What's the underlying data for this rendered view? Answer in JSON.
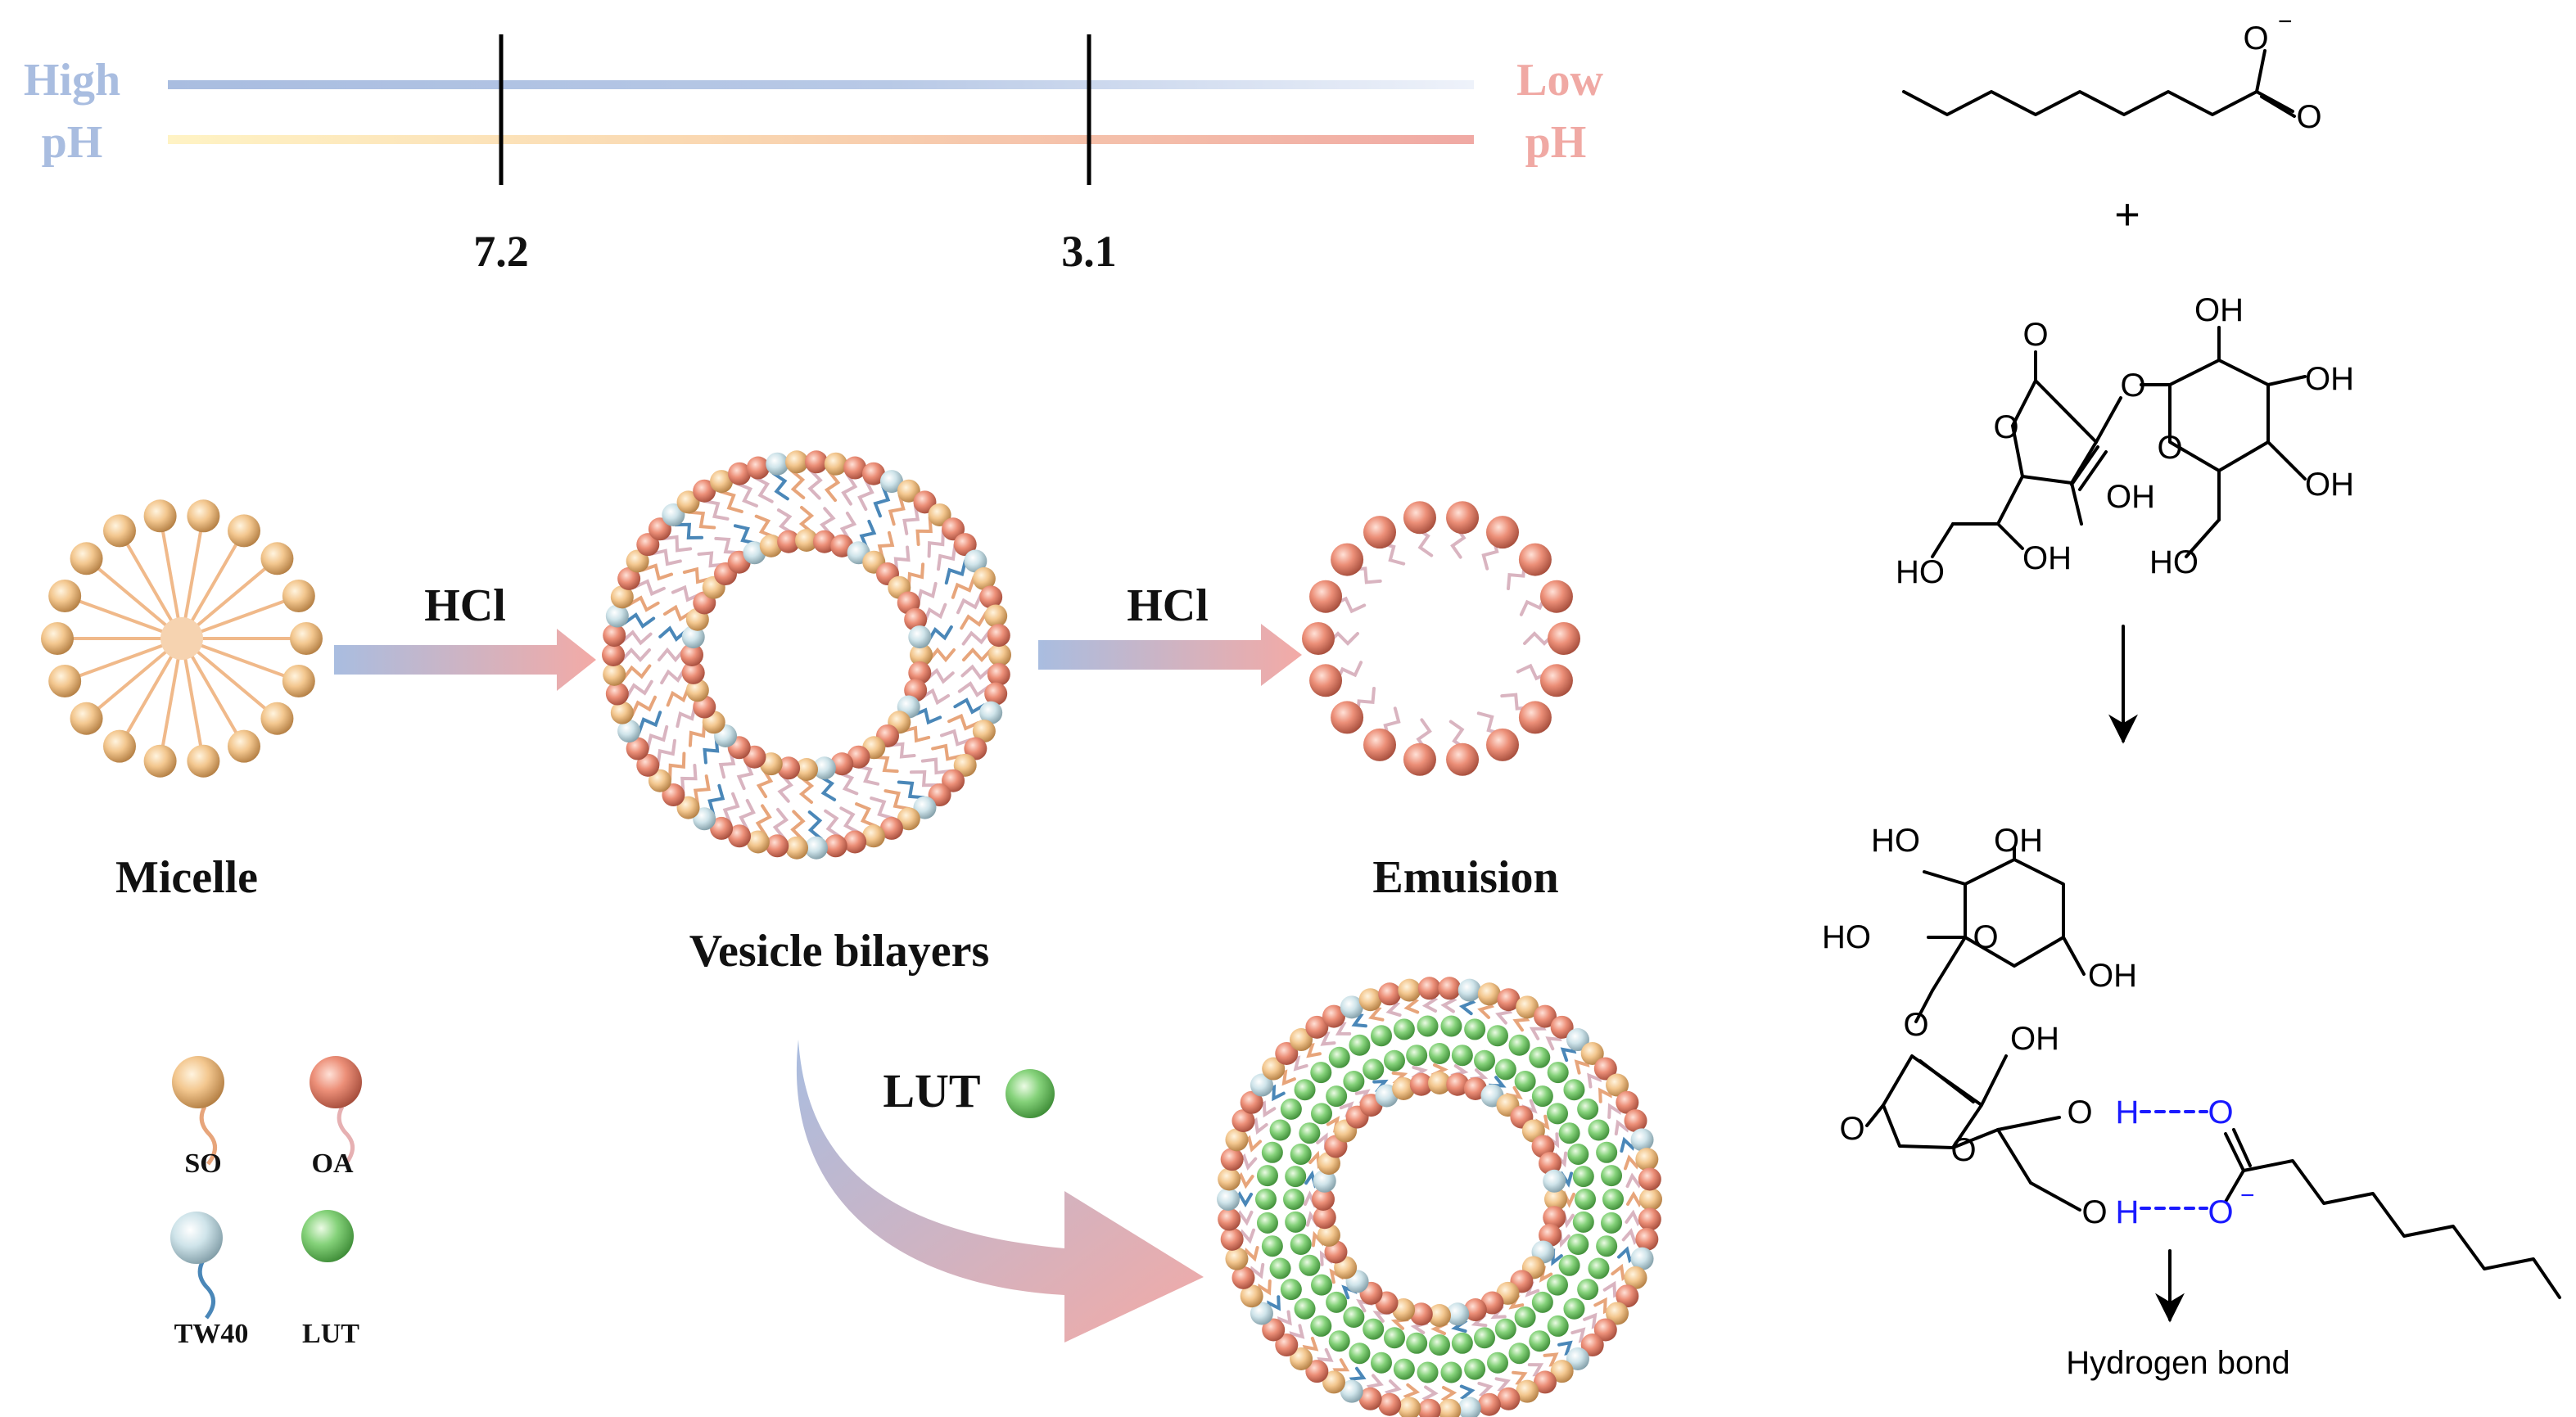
{
  "ph_scale": {
    "high_line1": "High",
    "high_line2": "pH",
    "low_line1": "Low",
    "low_line2": "pH",
    "marker_a": "7.2",
    "marker_b": "3.1"
  },
  "stages": {
    "micelle": "Micelle",
    "vesicle": "Vesicle bilayers",
    "emulsion": "Emuision"
  },
  "reagents": {
    "acid1": "HCl",
    "acid2": "HCl",
    "drug": "LUT"
  },
  "legend": {
    "so": "SO",
    "oa": "OA",
    "tw40": "TW40",
    "lut": "LUT"
  },
  "chemistry": {
    "plus": "+",
    "oh": "OH",
    "ho": "HO",
    "o": "O",
    "h": "H",
    "hydrogen_bond": "Hydrogen bond"
  },
  "colors": {
    "blue": "#a9bde0",
    "pink": "#f0a9a4",
    "yellow": "#fde9a8",
    "so": "#efc08e",
    "oa": "#e98b73",
    "tw40": "#c4dde5",
    "lut": "#7ccb73",
    "hbond": "#1a1aff"
  }
}
